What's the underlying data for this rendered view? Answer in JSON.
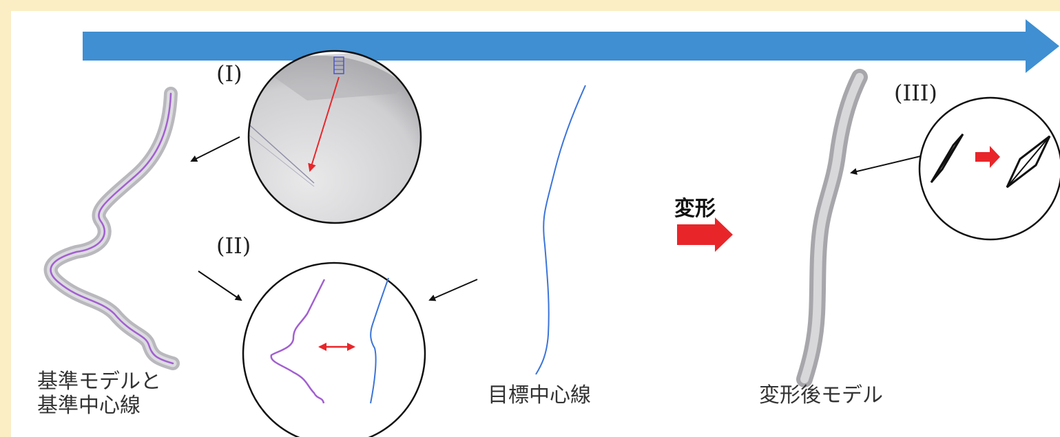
{
  "labels": {
    "reference_model_line1": "基準モデルと",
    "reference_model_line2": "基準中心線",
    "target_centerline": "目標中心線",
    "deformed_model": "変形後モデル",
    "deform_action": "変形"
  },
  "markers": {
    "i": "(I)",
    "ii": "(II)",
    "iii": "(III)"
  },
  "colors": {
    "background_border": "#fbeec4",
    "process_arrow": "#3f8fd2",
    "centerline_reference": "#a25fd0",
    "centerline_target": "#3b74d9",
    "highlight_arrow": "#e8262a",
    "model_gray": "#c9c9cd"
  }
}
